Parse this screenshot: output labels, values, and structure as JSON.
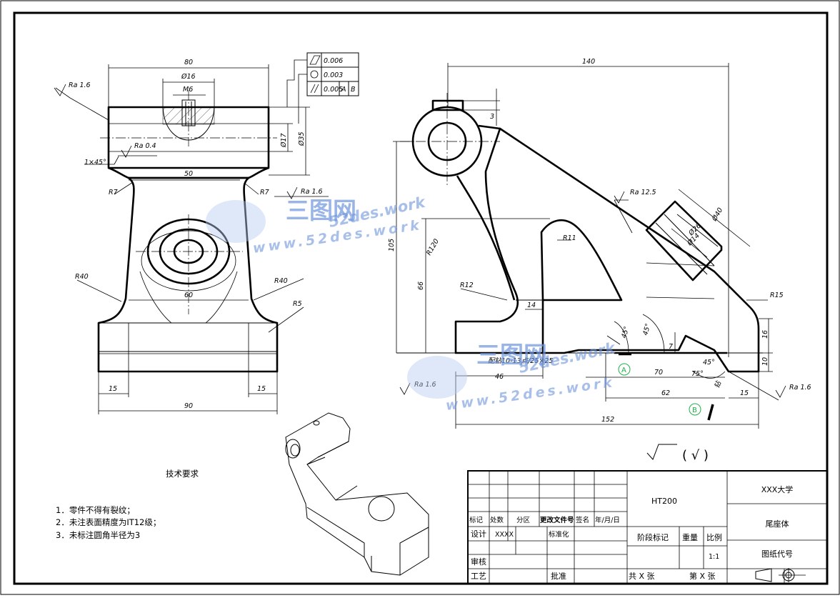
{
  "watermark": {
    "brand": "三图网",
    "site": "52des.work",
    "url": "www.52des.work"
  },
  "front_view": {
    "dims": [
      "80",
      "Ø16",
      "M6",
      "Ø17",
      "Ø35",
      "50",
      "R7",
      "R7",
      "1×45°",
      "R40",
      "R40",
      "60",
      "R5",
      "15",
      "15",
      "90"
    ],
    "roughness": [
      "Ra 1.6",
      "Ra 0.4",
      "Ra 1.6"
    ]
  },
  "tolerance_frame": {
    "rows": [
      [
        "0.006"
      ],
      [
        "0.003"
      ],
      [
        "0.005",
        "A",
        "B"
      ]
    ]
  },
  "section_view": {
    "dims": [
      "140",
      "3",
      "Ø40",
      "Ø26",
      "Ø14",
      "R11",
      "R120",
      "105",
      "66",
      "R12",
      "14",
      "R15",
      "16",
      "10",
      "45°",
      "45°",
      "7",
      "70",
      "75°",
      "45°",
      "62",
      "15",
      "46",
      "152"
    ],
    "roughness": [
      "Ra 12.5",
      "Ra 1.6",
      "Ra 1.6"
    ],
    "notes": [
      "配钻10-13点/25×25",
      "钻"
    ],
    "datums": [
      "A",
      "B"
    ]
  },
  "surface_symbol": "( √ )",
  "tech_requirements": {
    "title": "技术要求",
    "items": [
      "1．零件不得有裂纹；",
      "2．未注表面精度为IT12级；",
      "3．未标注圆角半径为3"
    ]
  },
  "title_block": {
    "material": "HT200",
    "school": "XXX大学",
    "part_name": "尾座体",
    "drawing_no_label": "图纸代号",
    "header_labels": [
      "标记",
      "处数",
      "分区",
      "更改文件号",
      "签名",
      "年/月/日"
    ],
    "design_label": "设计",
    "designer": "XXXX",
    "standardize_label": "标准化",
    "review_label": "审核",
    "process_label": "工艺",
    "approve_label": "批准",
    "stage_label": "阶段标记",
    "weight_label": "重量",
    "scale_label": "比例",
    "scale": "1:1",
    "total_sheets": "共 X 张",
    "sheet_no": "第 X 张"
  }
}
